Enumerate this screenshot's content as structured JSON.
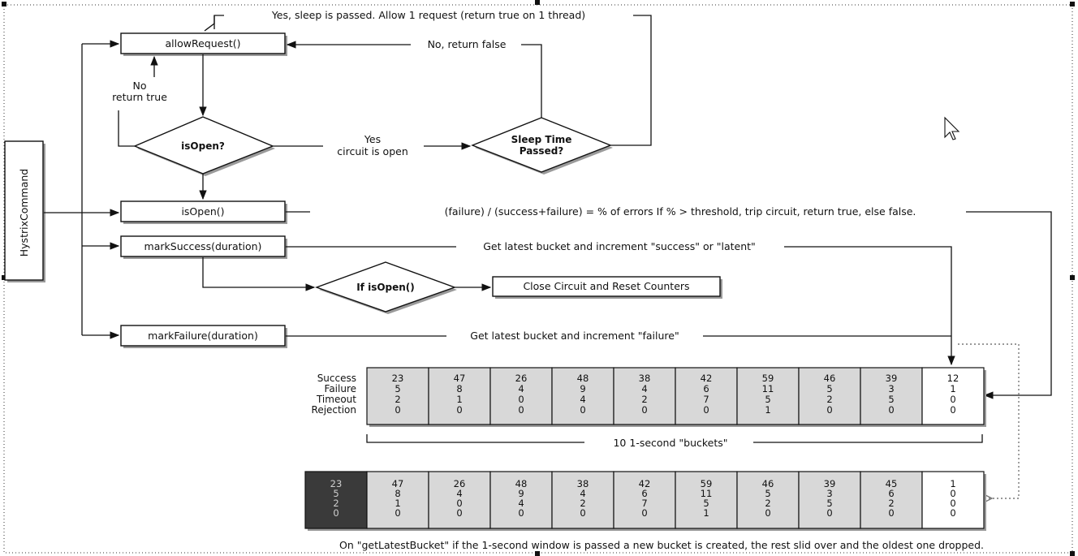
{
  "flow": {
    "allow_request": "allowRequest()",
    "is_open_decision": "isOpen?",
    "sleep_time_line1": "Sleep Time",
    "sleep_time_line2": "Passed?",
    "is_open_method": "isOpen()",
    "mark_success": "markSuccess(duration)",
    "if_is_open": "If isOpen()",
    "close_circuit": "Close Circuit and Reset Counters",
    "mark_failure": "markFailure(duration)",
    "hystrix_command": "HystrixCommand"
  },
  "edge_labels": {
    "yes_sleep_passed": "Yes, sleep is passed.  Allow 1 request (return true on 1 thread)",
    "no_return_false": "No, return false",
    "no_line1": "No",
    "no_line2": "return true",
    "yes_line1": "Yes",
    "yes_line2": "circuit is open",
    "error_formula": "(failure) / (success+failure) = % of errors    If % > threshold, trip circuit, return true, else false.",
    "success_increment": "Get latest bucket and increment \"success\" or \"latent\"",
    "failure_increment": "Get latest bucket and increment \"failure\""
  },
  "buckets": {
    "row_labels": [
      "Success",
      "Failure",
      "Timeout",
      "Rejection"
    ],
    "window_caption": "10 1-second \"buckets\"",
    "current": [
      [
        23,
        5,
        2,
        0
      ],
      [
        47,
        8,
        1,
        0
      ],
      [
        26,
        4,
        0,
        0
      ],
      [
        48,
        9,
        4,
        0
      ],
      [
        38,
        4,
        2,
        0
      ],
      [
        42,
        6,
        7,
        0
      ],
      [
        59,
        11,
        5,
        1
      ],
      [
        46,
        5,
        2,
        0
      ],
      [
        39,
        3,
        5,
        0
      ],
      [
        12,
        1,
        0,
        0
      ]
    ],
    "next": [
      [
        23,
        5,
        2,
        0
      ],
      [
        47,
        8,
        1,
        0
      ],
      [
        26,
        4,
        0,
        0
      ],
      [
        48,
        9,
        4,
        0
      ],
      [
        38,
        4,
        2,
        0
      ],
      [
        42,
        6,
        7,
        0
      ],
      [
        59,
        11,
        5,
        1
      ],
      [
        46,
        5,
        2,
        0
      ],
      [
        39,
        3,
        5,
        0
      ],
      [
        45,
        6,
        2,
        0
      ],
      [
        1,
        0,
        0,
        0
      ]
    ],
    "footer": "On \"getLatestBucket\" if the 1-second window is passed a new bucket is created, the rest slid over and the oldest one dropped."
  },
  "colors": {
    "bucket_fill": "#d8d8d8",
    "dropped_bucket_fill": "#3a3a3a",
    "newest_bucket_fill": "#ffffff"
  },
  "icons": {
    "cursor": "mouse-pointer-icon"
  }
}
